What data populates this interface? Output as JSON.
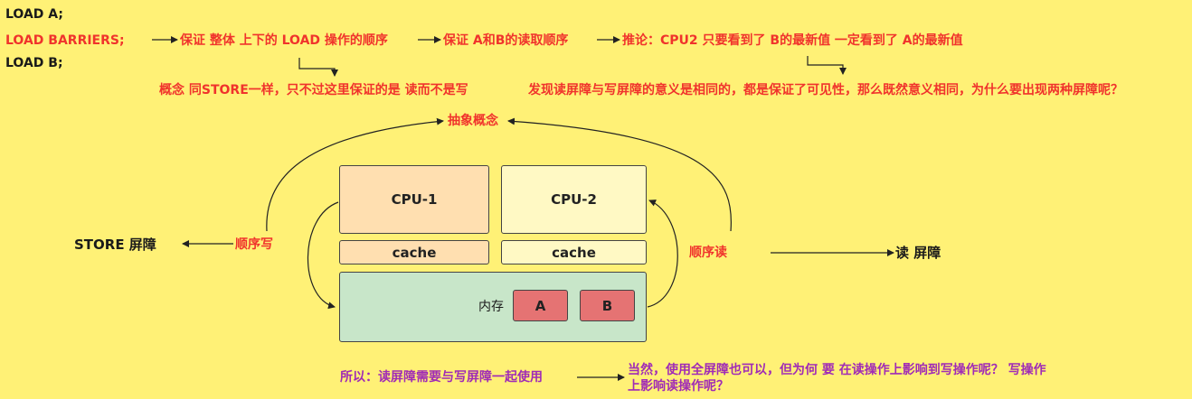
{
  "code": {
    "line1": "LOAD A;",
    "line2": "LOAD BARRIERS;",
    "line3": "LOAD B;"
  },
  "notes": {
    "guarantee_order": "保证 整体 上下的 LOAD 操作的顺序",
    "guarantee_ab": "保证 A和B的读取顺序",
    "inference": "推论：CPU2 只要看到了 B的最新值 一定看到了 A的最新值",
    "concept_note": "概念 同STORE一样，只不过这里保证的是 读而不是写",
    "question": "发现读屏障与写屏障的意义是相同的，都是保证了可见性，那么既然意义相同，为什么要出现两种屏障呢？",
    "abstract": "抽象概念",
    "write_order": "顺序写",
    "read_order": "顺序读",
    "store_barrier": "STORE 屏障",
    "read_barrier": "读 屏障",
    "conclusion": "所以：读屏障需要与写屏障一起使用",
    "why_line1": "当然，使用全屏障也可以，但为何 要 在读操作上影响到写操作呢？ 写操作",
    "why_line2": "上影响读操作呢？"
  },
  "diagram": {
    "cpu1": "CPU-1",
    "cpu2": "CPU-2",
    "cache1": "cache",
    "cache2": "cache",
    "memory": "内存",
    "var_a": "A",
    "var_b": "B"
  },
  "colors": {
    "background": "#fff176",
    "red_text": "#f0332c",
    "purple_text": "#a02bb6",
    "cpu1_fill": "#ffdfb0",
    "cpu2_fill": "#fff9c4",
    "memory_fill": "#c8e6c9",
    "var_fill": "#e57373"
  }
}
